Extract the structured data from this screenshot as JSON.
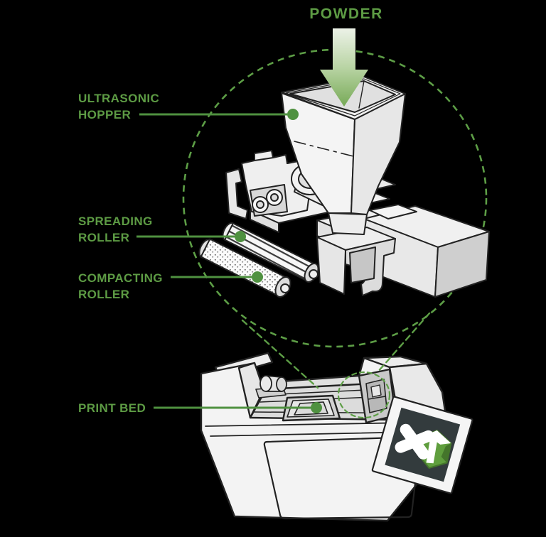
{
  "figure": {
    "powder_label": "POWDER",
    "labels": {
      "hopper": {
        "line1": "ULTRASONIC",
        "line2": "HOPPER"
      },
      "spreading": {
        "line1": "SPREADING",
        "line2": "ROLLER"
      },
      "compacting": {
        "line1": "COMPACTING",
        "line2": "ROLLER"
      },
      "printbed": {
        "line1": "PRINT BED",
        "line2": ""
      }
    },
    "badge": {
      "logo_text": "X1"
    },
    "colors": {
      "background": "#000000",
      "label_green": "#5d9b44",
      "leader_green": "#4f9140",
      "dash_green": "#5d9e46",
      "arrow_light": "#eef3ea",
      "arrow_dark": "#74a854",
      "outline": "#222222",
      "badge_panel": "#333b3d",
      "logo_green": "#5f9e3d"
    }
  }
}
